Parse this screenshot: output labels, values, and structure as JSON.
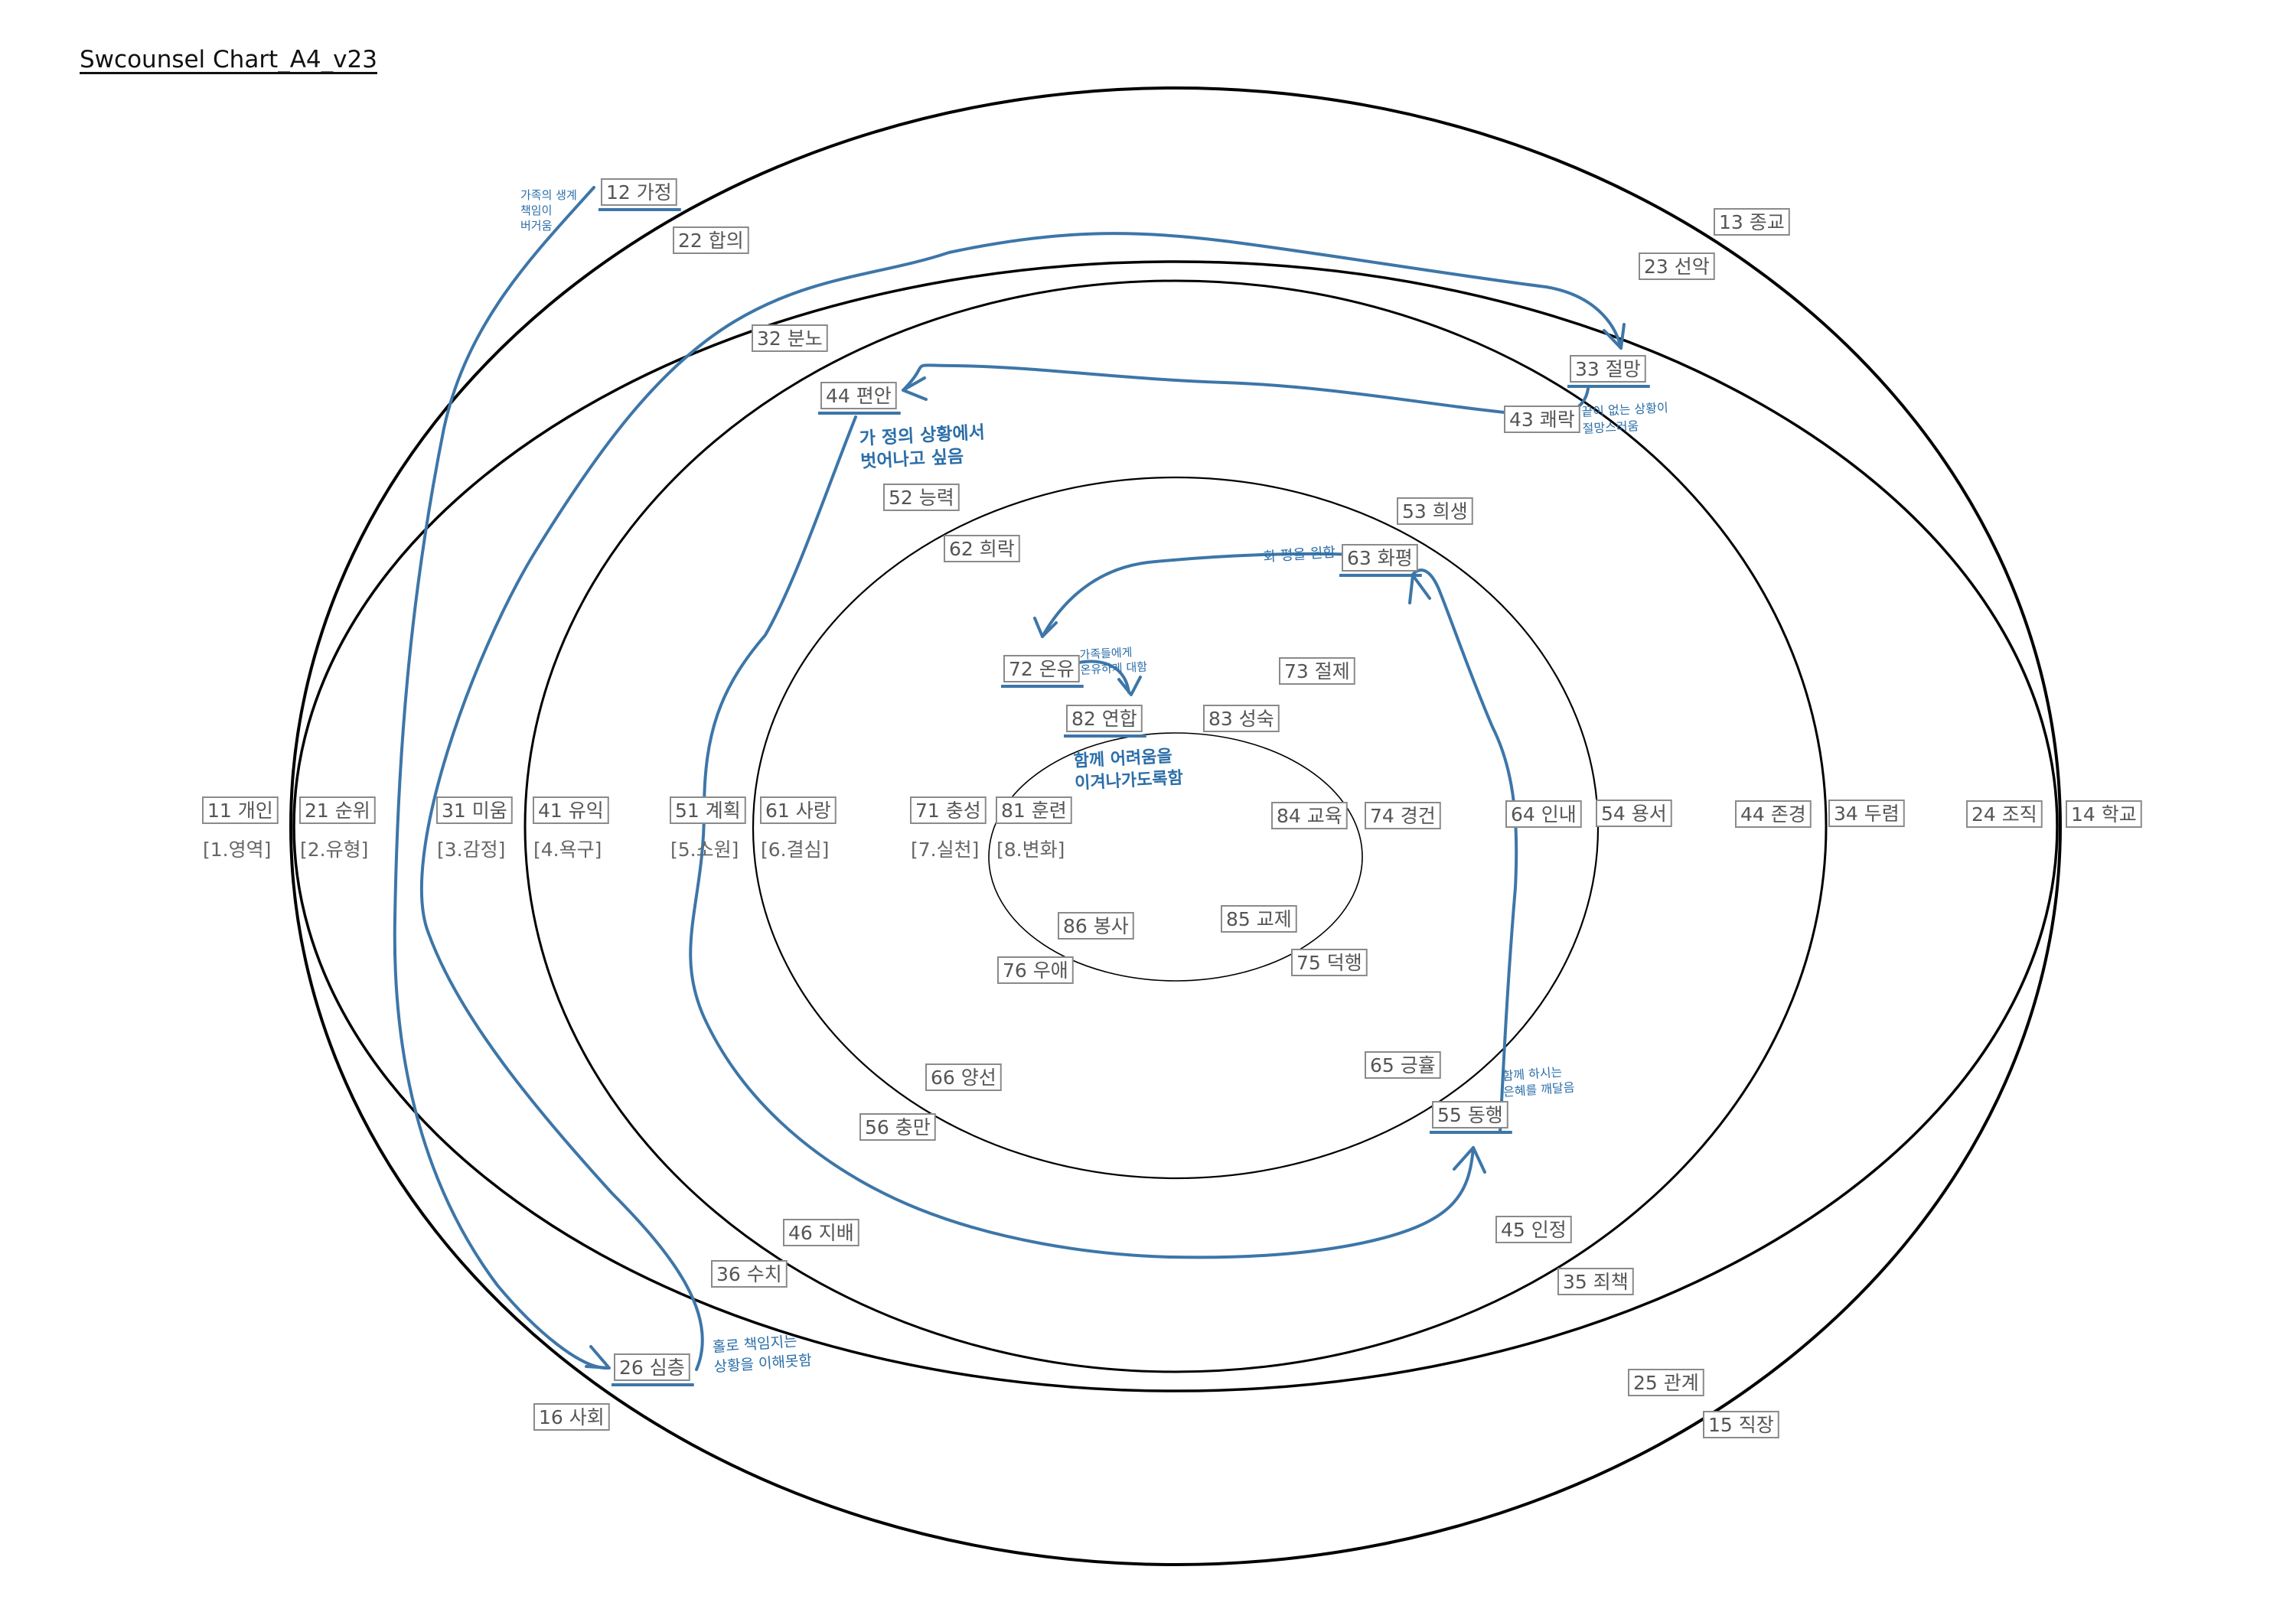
{
  "title": "Swcounsel Chart_A4_v23",
  "nodes": [
    {
      "id": "n11",
      "text": "11 개인"
    },
    {
      "id": "n12",
      "text": "12 가정",
      "highlight": true
    },
    {
      "id": "n13",
      "text": "13 종교"
    },
    {
      "id": "n14",
      "text": "14 학교"
    },
    {
      "id": "n15",
      "text": "15 직장"
    },
    {
      "id": "n16",
      "text": "16 사회"
    },
    {
      "id": "n21",
      "text": "21 순위"
    },
    {
      "id": "n22",
      "text": "22 합의"
    },
    {
      "id": "n23",
      "text": "23 선악"
    },
    {
      "id": "n24",
      "text": "24 조직"
    },
    {
      "id": "n25",
      "text": "25 관계"
    },
    {
      "id": "n26",
      "text": "26 심층",
      "highlight": true
    },
    {
      "id": "n31",
      "text": "31 미움"
    },
    {
      "id": "n32",
      "text": "32 분노"
    },
    {
      "id": "n33",
      "text": "33 절망",
      "highlight": true
    },
    {
      "id": "n34",
      "text": "34 두렴"
    },
    {
      "id": "n35",
      "text": "35 죄책"
    },
    {
      "id": "n36",
      "text": "36 수치"
    },
    {
      "id": "n41",
      "text": "41 유익"
    },
    {
      "id": "n43",
      "text": "43 쾌락"
    },
    {
      "id": "n44a",
      "text": "44 편안",
      "highlight": true
    },
    {
      "id": "n44b",
      "text": "44 존경"
    },
    {
      "id": "n45",
      "text": "45 인정"
    },
    {
      "id": "n46",
      "text": "46 지배"
    },
    {
      "id": "n51",
      "text": "51 계획"
    },
    {
      "id": "n52",
      "text": "52 능력"
    },
    {
      "id": "n53",
      "text": "53 희생"
    },
    {
      "id": "n54",
      "text": "54 용서"
    },
    {
      "id": "n55",
      "text": "55 동행",
      "highlight": true
    },
    {
      "id": "n56",
      "text": "56 충만"
    },
    {
      "id": "n61",
      "text": "61 사랑"
    },
    {
      "id": "n62",
      "text": "62 희락"
    },
    {
      "id": "n63",
      "text": "63 화평",
      "highlight": true
    },
    {
      "id": "n64",
      "text": "64 인내"
    },
    {
      "id": "n65",
      "text": "65 긍휼"
    },
    {
      "id": "n66",
      "text": "66 양선"
    },
    {
      "id": "n71",
      "text": "71 충성"
    },
    {
      "id": "n72",
      "text": "72 온유",
      "highlight": true
    },
    {
      "id": "n73",
      "text": "73 절제"
    },
    {
      "id": "n74",
      "text": "74 경건"
    },
    {
      "id": "n75",
      "text": "75 덕행"
    },
    {
      "id": "n76",
      "text": "76 우애"
    },
    {
      "id": "n81",
      "text": "81 훈련"
    },
    {
      "id": "n82",
      "text": "82 연합",
      "highlight": true
    },
    {
      "id": "n83",
      "text": "83 성숙"
    },
    {
      "id": "n84",
      "text": "84 교육"
    },
    {
      "id": "n85",
      "text": "85 교제"
    },
    {
      "id": "n86",
      "text": "86 봉사"
    }
  ],
  "categories": [
    {
      "id": "c1",
      "text": "[1.영역]"
    },
    {
      "id": "c2",
      "text": "[2.유형]"
    },
    {
      "id": "c3",
      "text": "[3.감정]"
    },
    {
      "id": "c4",
      "text": "[4.욕구]"
    },
    {
      "id": "c5",
      "text": "[5.소원]"
    },
    {
      "id": "c6",
      "text": "[6.결심]"
    },
    {
      "id": "c7",
      "text": "[7.실천]"
    },
    {
      "id": "c8",
      "text": "[8.변화]"
    }
  ],
  "notes": [
    {
      "id": "a1",
      "lines": [
        "가족의 생계",
        "책임이",
        "버거움"
      ]
    },
    {
      "id": "a2",
      "lines": [
        "홀로 책임지는",
        "상황을 이해못함"
      ]
    },
    {
      "id": "a3",
      "lines": [
        "가 정의 상황에서",
        "벗어나고 싶음"
      ]
    },
    {
      "id": "a4",
      "lines": [
        "끝이 없는 상황이",
        "절망스러움"
      ]
    },
    {
      "id": "a5",
      "lines": [
        "화 평을 원함"
      ]
    },
    {
      "id": "a6",
      "lines": [
        "가족들에게",
        "온유하게 대함"
      ]
    },
    {
      "id": "a7",
      "lines": [
        "함께 어려움을",
        "이겨나가도록함"
      ]
    },
    {
      "id": "a8",
      "lines": [
        "함께 하시는",
        "은혜를 깨달음"
      ]
    }
  ],
  "colors": {
    "annotation": "#3d76a8",
    "ring": "#000000",
    "box_border": "#8a8a8a",
    "label": "#555555"
  }
}
